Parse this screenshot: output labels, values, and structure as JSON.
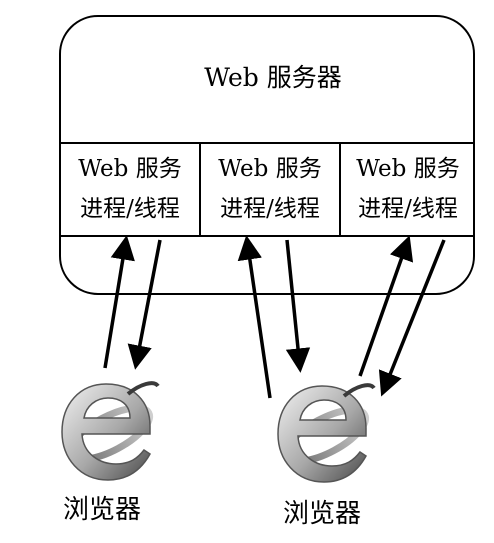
{
  "server": {
    "title": "Web 服务器",
    "processes": [
      {
        "line1": "Web 服务",
        "line2": "进程/线程"
      },
      {
        "line1": "Web 服务",
        "line2": "进程/线程"
      },
      {
        "line1": "Web 服务",
        "line2": "进程/线程"
      }
    ]
  },
  "browsers": [
    {
      "label": "浏览器",
      "icon": "internet-explorer-icon"
    },
    {
      "label": "浏览器",
      "icon": "internet-explorer-icon"
    }
  ]
}
